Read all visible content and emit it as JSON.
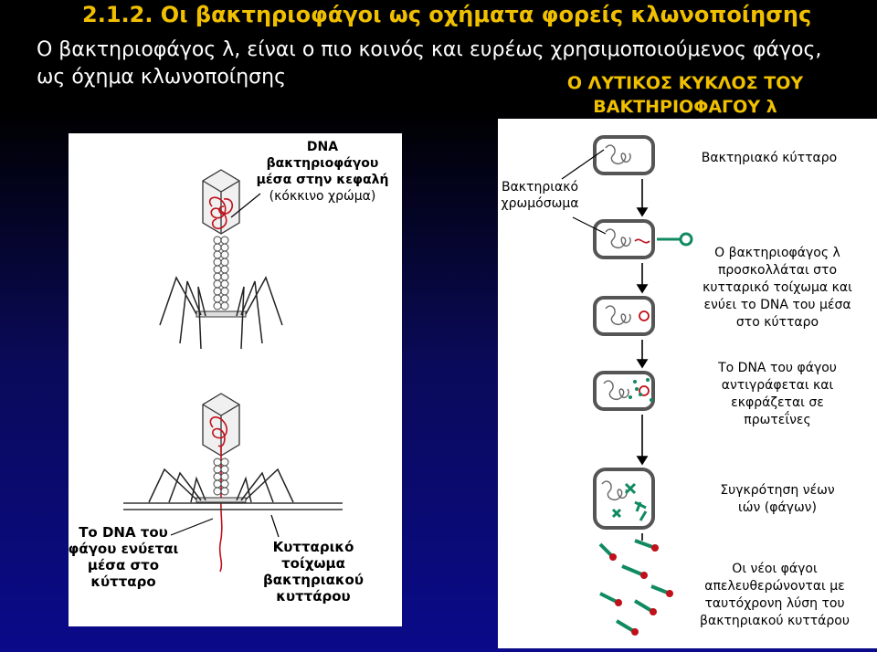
{
  "title": "2.1.2. Οι βακτηριοφάγοι ως οχήματα φορείς κλωνοποίησης",
  "intro": "Ο βακτηριοφάγος λ, είναι ο πιο κοινός και ευρέως χρησιμοποιούμενος φάγος, ως όχημα κλωνοποίησης",
  "lytic_heading": {
    "line1": "Ο ΛΥΤΙΚΟΣ ΚΥΚΛΟΣ ΤΟΥ",
    "line2": "ΒΑΚΤΗΡΙΟΦΑΓΟΥ λ"
  },
  "left_panel": {
    "dna_label": {
      "line1": "DNA",
      "line2": "βακτηριοφάγου",
      "line3": "μέσα στην κεφαλή",
      "line4": "(κόκκινο χρώμα)"
    },
    "injection_label": {
      "line1": "Το DNA του",
      "line2": "φάγου ενύεται",
      "line3": "μέσα στο",
      "line4": "κύτταρο"
    },
    "wall_label": {
      "line1": "Κυτταρικό",
      "line2": "τοίχωμα",
      "line3": "βακτηριακού",
      "line4": "κυττάρου"
    }
  },
  "right_panel": {
    "chromosome_label": {
      "line1": "Βακτηριακό",
      "line2": "χρωμόσωμα"
    },
    "bacterial_cell": "Βακτηριακό κύτταρο",
    "step_attach": {
      "line1": "Ο βακτηριοφάγος λ",
      "line2": "προσκολλάται στο",
      "line3": "κυτταρικό τοίχωμα και",
      "line4": "ενύει το DNA του μέσα",
      "line5": "στο κύτταρο"
    },
    "step_replicate": {
      "line1": "Το DNA του φάγου",
      "line2": "αντιγράφεται  και",
      "line3": "εκφράζεται σε",
      "line4": "πρωτεΐνες"
    },
    "step_assembly": {
      "line1": "Συγκρότηση νέων",
      "line2": "ιών (φάγων)"
    },
    "step_release": {
      "line1": "Οι νέοι φάγοι",
      "line2": "απελευθερώνονται με",
      "line3": "ταυτόχρονη λύση του",
      "line4": "βακτηριακού κυττάρου"
    }
  },
  "colors": {
    "title": "#f0c000",
    "dna": "#c0101a",
    "phage_green": "#108a60"
  }
}
